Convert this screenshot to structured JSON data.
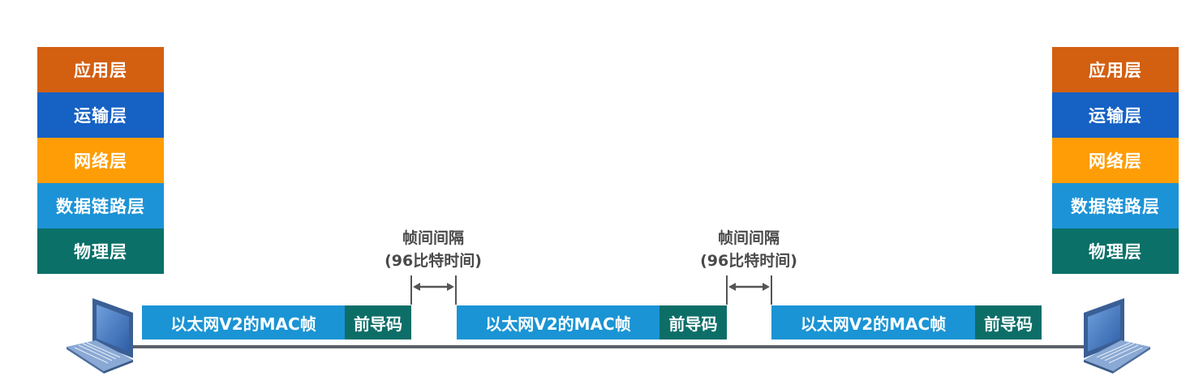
{
  "layers": {
    "application": "应用层",
    "transport": "运输层",
    "network": "网络层",
    "datalink": "数据链路层",
    "physical": "物理层"
  },
  "frames": {
    "mac_label": "以太网V2的MAC帧",
    "preamble_label": "前导码"
  },
  "gap": {
    "title": "帧间间隔",
    "subtitle": "(96比特时间)"
  },
  "colors": {
    "application": "#d35f11",
    "transport": "#1561c4",
    "network": "#ff9d06",
    "datalink": "#1c93d6",
    "physical": "#0a7068",
    "mac_frame": "#1a94d4",
    "preamble": "#0d6e68"
  },
  "icons": [
    "laptop-icon",
    "double-arrow-icon"
  ]
}
